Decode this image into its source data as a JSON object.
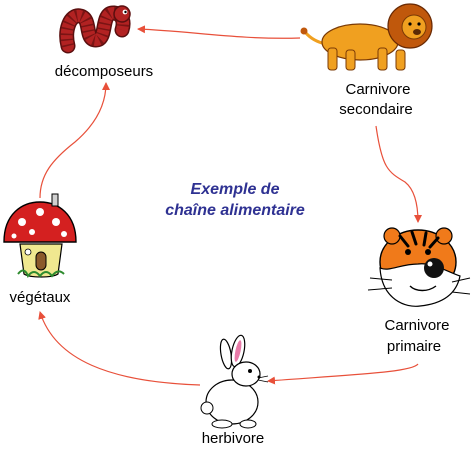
{
  "title": {
    "line1": "Exemple de",
    "line2": "chaîne alimentaire"
  },
  "nodes": {
    "decomposeurs": {
      "label": "décomposeurs",
      "icon": "worm-icon"
    },
    "carnivore_secondaire": {
      "line1": "Carnivore",
      "line2": "secondaire",
      "icon": "lion-icon"
    },
    "carnivore_primaire": {
      "line1": "Carnivore",
      "line2": "primaire",
      "icon": "tiger-icon"
    },
    "herbivore": {
      "label": "herbivore",
      "icon": "rabbit-icon"
    },
    "vegetaux": {
      "label": "végétaux",
      "icon": "mushroom-icon"
    }
  },
  "colors": {
    "arrow": "#e8503a",
    "title": "#2e3192",
    "worm": "#b22222",
    "lion": "#f0a020",
    "mane": "#c0580c",
    "tiger": "#f07a1a",
    "cap": "#d42020"
  }
}
